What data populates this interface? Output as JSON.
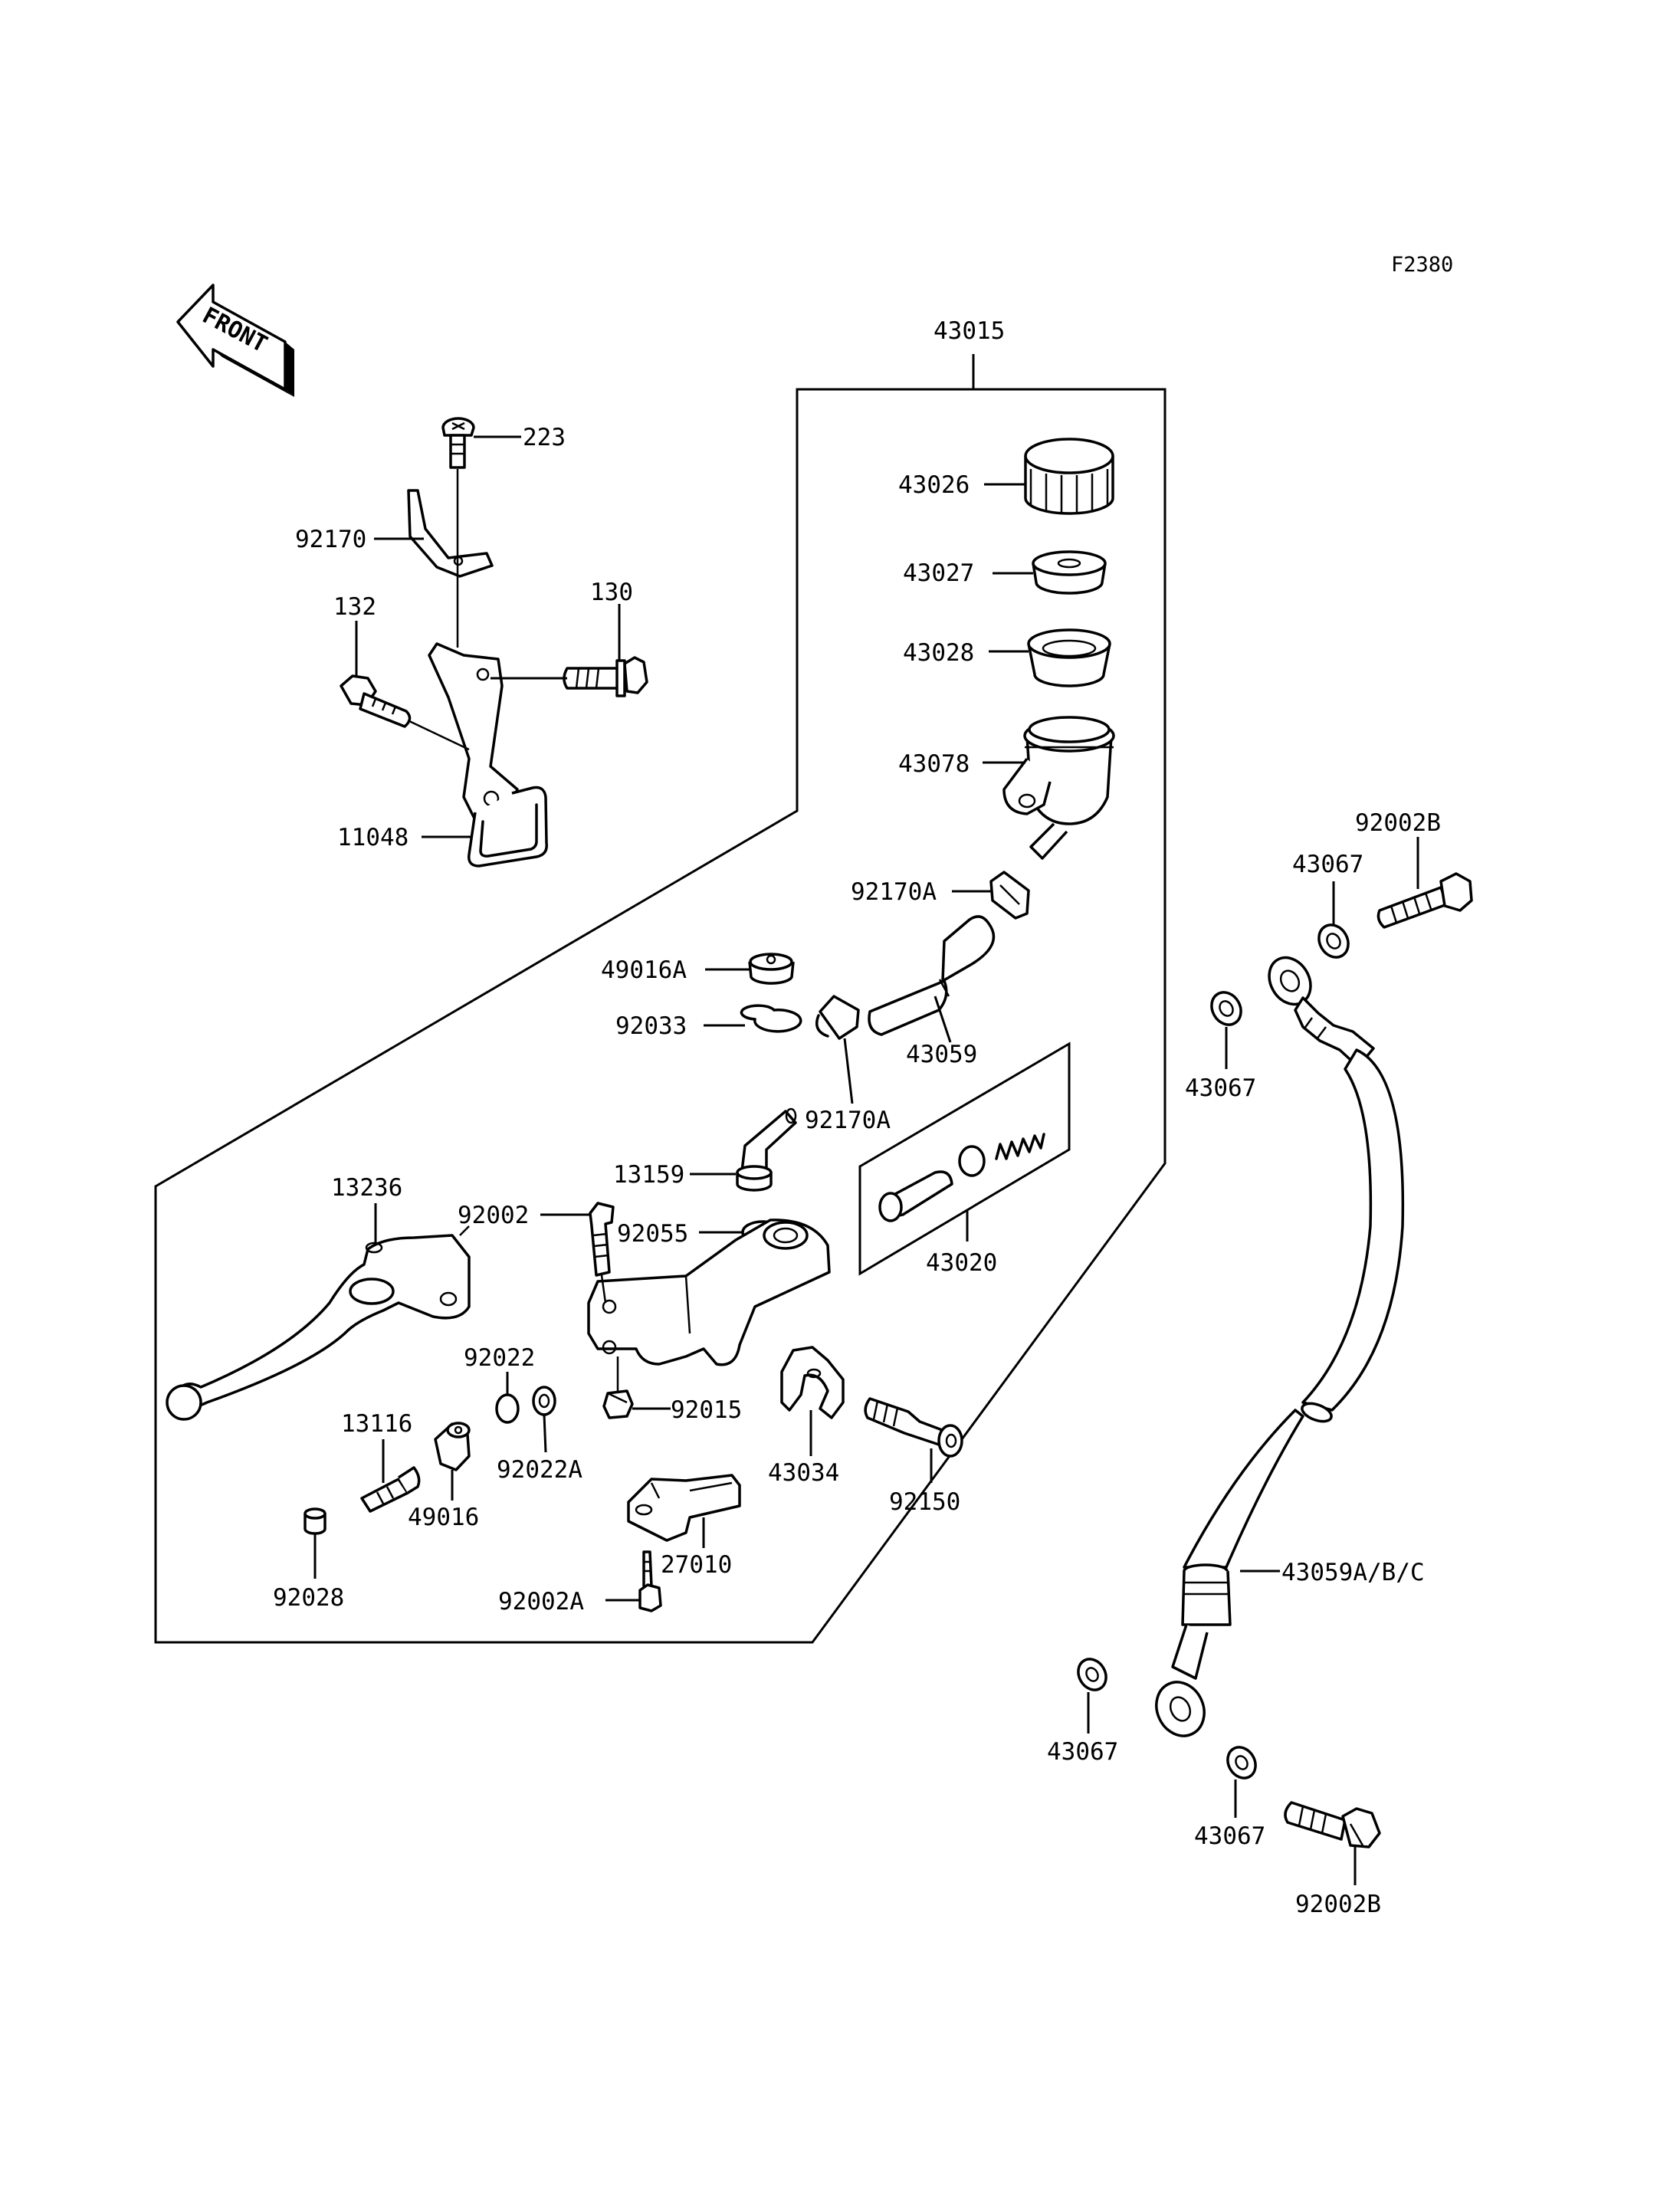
{
  "figure_code": "F2380",
  "front_label": "FRONT",
  "labels": {
    "p43015": "43015",
    "p43026": "43026",
    "p43027": "43027",
    "p43028": "43028",
    "p43078": "43078",
    "p92170A_top": "92170A",
    "p49016A": "49016A",
    "p92033": "92033",
    "p43059": "43059",
    "p13159": "13159",
    "p92170A_bottom": "92170A",
    "p92055": "92055",
    "p43020": "43020",
    "p223": "223",
    "p92170": "92170",
    "p132": "132",
    "p130": "130",
    "p11048": "11048",
    "p13236": "13236",
    "p92002": "92002",
    "p92022": "92022",
    "p92022A": "92022A",
    "p92015": "92015",
    "p13116": "13116",
    "p49016": "49016",
    "p92028": "92028",
    "p43034": "43034",
    "p92150": "92150",
    "p27010": "27010",
    "p92002A": "92002A",
    "p92002B_top": "92002B",
    "p43067_a": "43067",
    "p43067_b": "43067",
    "p43059ABC": "43059A/B/C",
    "p43067_c": "43067",
    "p43067_d": "43067",
    "p92002B_bottom": "92002B"
  }
}
